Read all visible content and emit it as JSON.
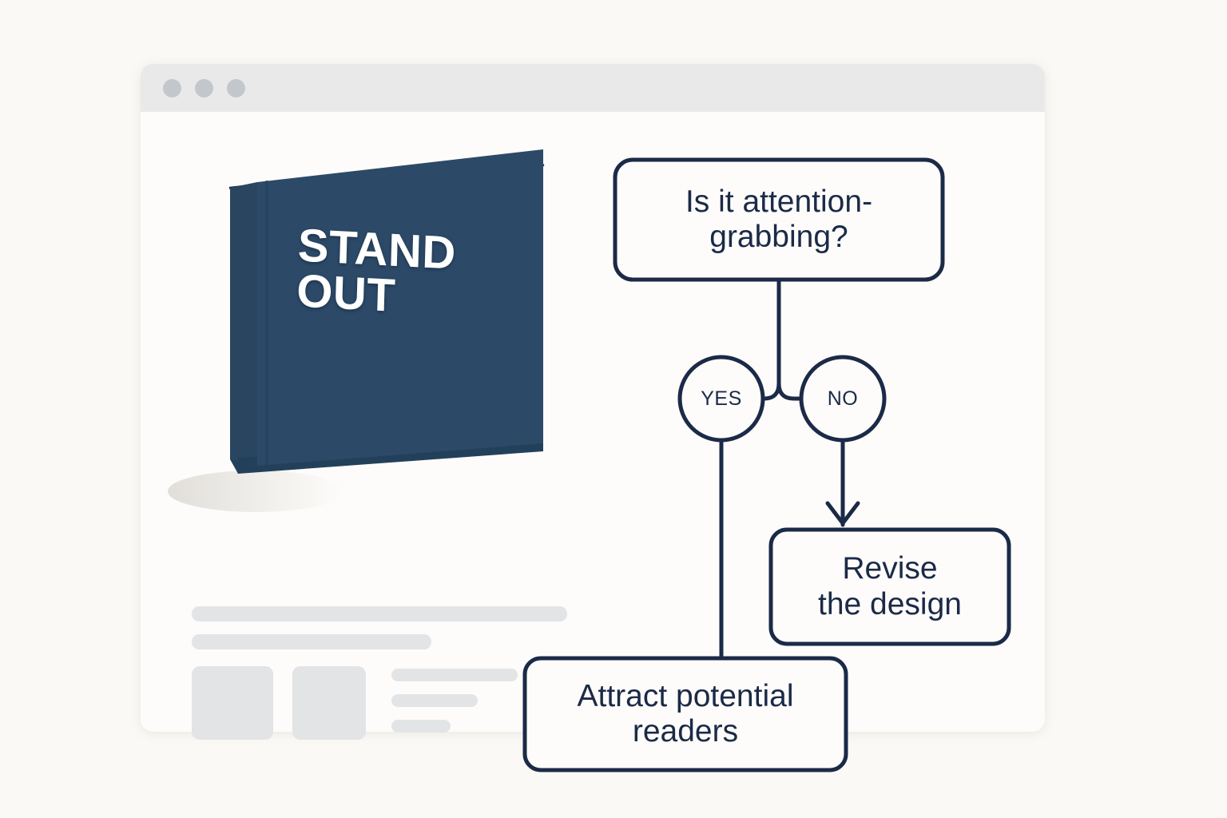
{
  "canvas": {
    "background_color": "#fbf9f5",
    "ink_color": "#1b2a47",
    "book_color": "#2c4a68"
  },
  "browser_window": {
    "titlebar_color": "#e9e9e9",
    "dots": [
      {
        "name": "window-dot-close",
        "color": "#c3c7cc"
      },
      {
        "name": "window-dot-minimize",
        "color": "#c3c7cc"
      },
      {
        "name": "window-dot-maximize",
        "color": "#c3c7cc"
      }
    ]
  },
  "book": {
    "title_line_1": "STAND",
    "title_line_2": "OUT",
    "cover_color": "#2c4a68",
    "pages_color": "#f7f6f2"
  },
  "skeleton": {
    "placeholder_color": "#e3e4e6",
    "bars": [
      "line-long",
      "line-medium",
      "line-short-1",
      "line-short-2",
      "line-short-3"
    ],
    "thumbnails": [
      "thumbnail-1",
      "thumbnail-2"
    ]
  },
  "flowchart": {
    "decision": {
      "text": "Is it attention-grabbing?",
      "line_1": "Is it attention-",
      "line_2": "grabbing?"
    },
    "branch_yes": {
      "label": "YES",
      "target": "Attract potential readers"
    },
    "branch_no": {
      "label": "NO",
      "target": "Revise the design"
    },
    "outcome_yes": {
      "text": "Attract potential readers",
      "line_1": "Attract potential",
      "line_2": "readers"
    },
    "outcome_no": {
      "text": "Revise the design",
      "line_1": "Revise",
      "line_2": "the design"
    }
  }
}
